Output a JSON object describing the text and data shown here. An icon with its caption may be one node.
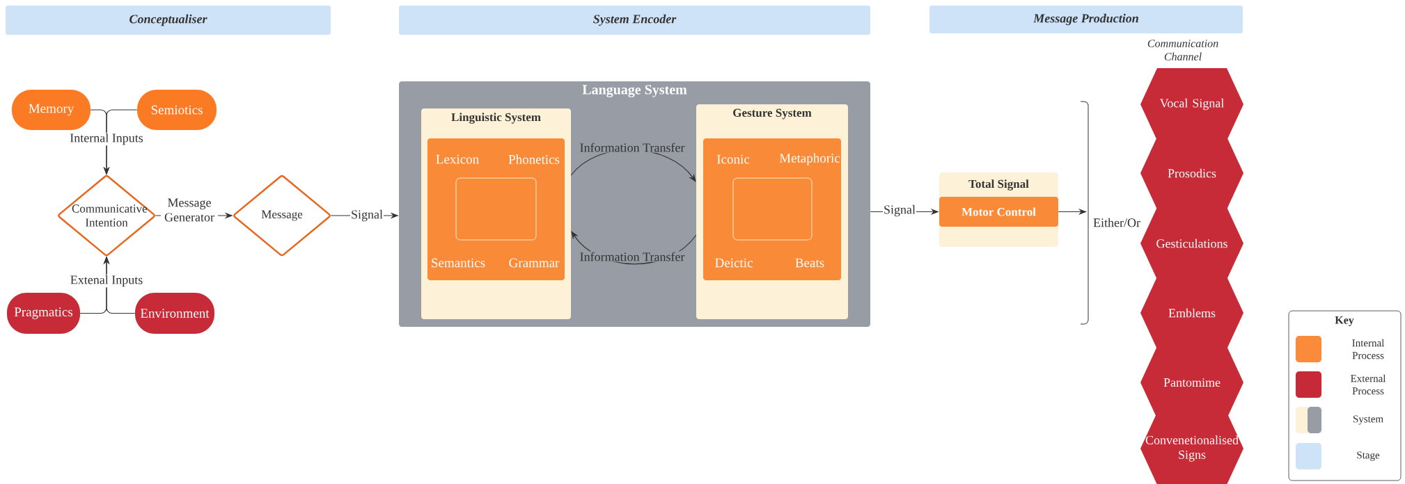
{
  "diagram": {
    "nodes": [
      {
        "text": [
          "Conceptualiser"
        ]
      },
      {
        "text": [
          "System Encoder"
        ]
      },
      {
        "text": [
          "Message Production"
        ]
      },
      {
        "text": [
          "Memory"
        ]
      },
      {
        "text": [
          "Semiotics"
        ]
      },
      {
        "text": [
          "Communicative Intention"
        ]
      },
      {
        "text": [
          "Pragmatics"
        ]
      },
      {
        "text": [
          "Environment"
        ]
      },
      {
        "text": [
          "Message"
        ]
      },
      {
        "text": [
          "Language System"
        ]
      },
      {
        "text": [
          "Linguistic System"
        ],
        "in": 9
      },
      {
        "text": [
          "Lexicon",
          "Phonetics",
          "Semantics",
          "Grammar"
        ],
        "in": 10
      },
      {
        "text": [],
        "shape": "box",
        "in": 11
      },
      {
        "text": [
          "Gesture System"
        ],
        "in": 9
      },
      {
        "text": [
          "Iconic",
          "Metaphoric",
          "Deictic",
          "Beats"
        ],
        "in": 13
      },
      {
        "text": [],
        "shape": "box",
        "in": 14
      },
      {
        "text": [
          "Total Signal"
        ]
      },
      {
        "text": [
          "Motor Control"
        ],
        "in": 16
      },
      {
        "text": [
          "Vocal Signal"
        ]
      },
      {
        "text": [
          "Prosodics"
        ]
      },
      {
        "text": [
          "Gesticulations"
        ]
      },
      {
        "text": [
          "Emblems"
        ]
      },
      {
        "text": [
          "Pantomime"
        ]
      },
      {
        "text": [
          "Convenetionalised Signs"
        ]
      }
    ],
    "edges": [
      {
        "from": 3,
        "to": 5,
        "arrow": "to",
        "label": "Internal Inputs"
      },
      {
        "from": 4,
        "to": 5,
        "arrow": "to"
      },
      {
        "from": 6,
        "to": 5,
        "arrow": "to",
        "label": "Extenal Inputs"
      },
      {
        "from": 7,
        "to": 5,
        "arrow": "to"
      },
      {
        "from": 5,
        "to": 8,
        "arrow": "to",
        "label": "Message Generator"
      },
      {
        "from": 8,
        "to": 9,
        "arrow": "to",
        "label": "Signal"
      },
      {
        "from": 10,
        "to": 13,
        "arrow": "to",
        "label": "Information Transfer"
      },
      {
        "from": 13,
        "to": 10,
        "arrow": "to",
        "label": "Information Transfer"
      },
      {
        "from": 9,
        "to": 17,
        "arrow": "to",
        "label": "Signal"
      },
      {
        "from": 17,
        "to": null,
        "arrow": "to",
        "label": "Either/Or"
      }
    ],
    "labels": [
      "Communication Channel",
      "Key"
    ],
    "legend": [
      {
        "text": "Internal Process",
        "color": "#fb8a3a"
      },
      {
        "text": "External Process",
        "color": "#c52a36"
      },
      {
        "text": "System"
      },
      {
        "text": "Stage",
        "color": "#cfe3f8"
      }
    ]
  }
}
